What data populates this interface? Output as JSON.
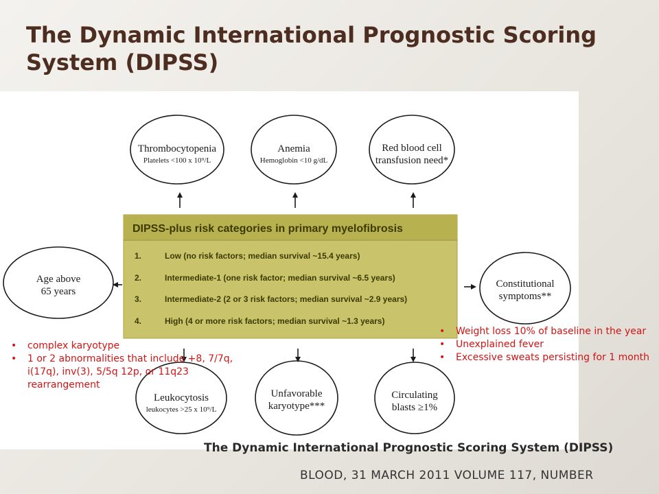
{
  "slide": {
    "title_line1": "The Dynamic International Prognostic Scoring",
    "title_line2": "System (DIPSS)"
  },
  "diagram": {
    "nodes": {
      "thrombocytopenia": {
        "title": "Thrombocytopenia",
        "sub": "Platelets <100 x 10⁹/L"
      },
      "anemia": {
        "title": "Anemia",
        "sub": "Hemoglobin <10 g/dL"
      },
      "rbc": {
        "line1": "Red blood cell",
        "line2": "transfusion need*"
      },
      "age": {
        "line1": "Age above",
        "line2": "65 years"
      },
      "constitutional": {
        "line1": "Constitutional",
        "line2": "symptoms**"
      },
      "leukocytosis": {
        "title": "Leukocytosis",
        "sub": "leukocytes >25 x 10⁹/L"
      },
      "karyotype": {
        "line1": "Unfavorable",
        "line2": "karyotype***"
      },
      "blasts": {
        "line1": "Circulating",
        "line2": "blasts ≥1%"
      }
    },
    "risk_box": {
      "heading": "DIPSS-plus risk categories in primary myelofibrosis",
      "items": [
        {
          "num": "1.",
          "text": "Low (no risk factors; median survival ~15.4 years)"
        },
        {
          "num": "2.",
          "text": "Intermediate-1 (one risk factor; median survival ~6.5 years)"
        },
        {
          "num": "3.",
          "text": "Intermediate-2 (2 or 3 risk factors; median survival ~2.9 years)"
        },
        {
          "num": "4.",
          "text": "High (4 or more risk factors; median survival ~1.3 years)"
        }
      ]
    }
  },
  "notes": {
    "constitutional": [
      "Weight loss  10% of baseline in the year",
      "Unexplained fever",
      "Excessive sweats persisting for  1 month"
    ],
    "karyotype": [
      "complex karyotype",
      "1 or 2 abnormalities that include +8, 7/7q, i(17q), inv(3), 5/5q 12p, or 11q23 rearrangement"
    ]
  },
  "caption": "The Dynamic International Prognostic Scoring System (DIPSS)",
  "citation": "BLOOD, 31 MARCH 2011  VOLUME 117, NUMBER",
  "colors": {
    "title": "#4d2d1f",
    "box_fill": "#c9c36c",
    "box_heading_band": "#b7b150",
    "note_text": "#d21414"
  }
}
